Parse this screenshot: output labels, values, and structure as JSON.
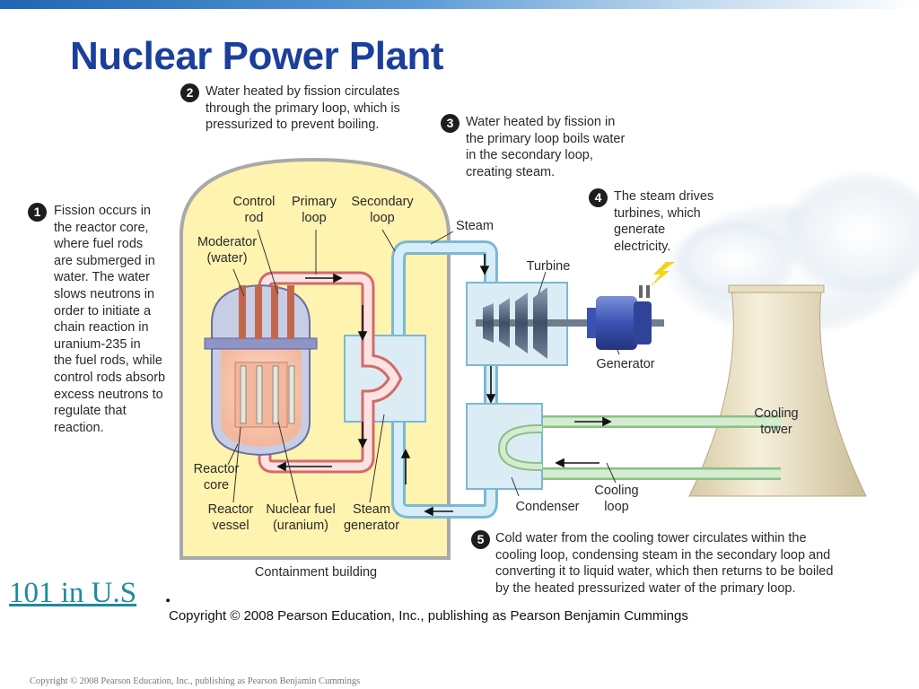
{
  "slide": {
    "title": "Nuclear Power Plant",
    "link_text": "101 in U.S",
    "trailing_period": ".",
    "copyright_main": "Copyright © 2008 Pearson Education, Inc., publishing as Pearson Benjamin Cummings",
    "copyright_footer": "Copyright © 2008 Pearson Education, Inc., publishing as Pearson Benjamin Cummings",
    "colors": {
      "title": "#1b3f9c",
      "link": "#1e8a9c",
      "primary_loop": "#e7a3a3",
      "secondary_loop": "#a9d8ea",
      "cooling_loop": "#bfe0b9",
      "containment": "#fff3b0"
    }
  },
  "steps": [
    {
      "number": "1",
      "text": "Fission occurs in\nthe reactor core,\nwhere fuel rods\nare submerged in\nwater. The water\nslows neutrons in\norder to initiate a\nchain reaction in\nuranium-235 in\nthe fuel rods, while\ncontrol rods absorb\nexcess neutrons to\nregulate that\nreaction."
    },
    {
      "number": "2",
      "text": "Water heated by fission circulates\nthrough the primary loop, which is\npressurized to prevent boiling."
    },
    {
      "number": "3",
      "text": "Water heated by fission in\nthe primary loop boils water\nin the secondary loop,\ncreating steam."
    },
    {
      "number": "4",
      "text": "The steam drives\nturbines, which\ngenerate\nelectricity."
    },
    {
      "number": "5",
      "text": "Cold water from the cooling tower circulates within the\ncooling loop, condensing steam in the secondary loop and\nconverting it to liquid water, which then returns to be boiled\nby the heated pressurized water of the primary loop."
    }
  ],
  "labels": {
    "control_rod": "Control\nrod",
    "primary_loop": "Primary\nloop",
    "secondary_loop": "Secondary\nloop",
    "moderator": "Moderator\n(water)",
    "steam": "Steam",
    "turbine": "Turbine",
    "generator": "Generator",
    "cooling_tower": "Cooling\ntower",
    "reactor_core": "Reactor\ncore",
    "reactor_vessel": "Reactor\nvessel",
    "nuclear_fuel": "Nuclear fuel\n(uranium)",
    "steam_generator": "Steam\ngenerator",
    "condenser": "Condenser",
    "cooling_loop": "Cooling\nloop",
    "containment": "Containment building"
  }
}
